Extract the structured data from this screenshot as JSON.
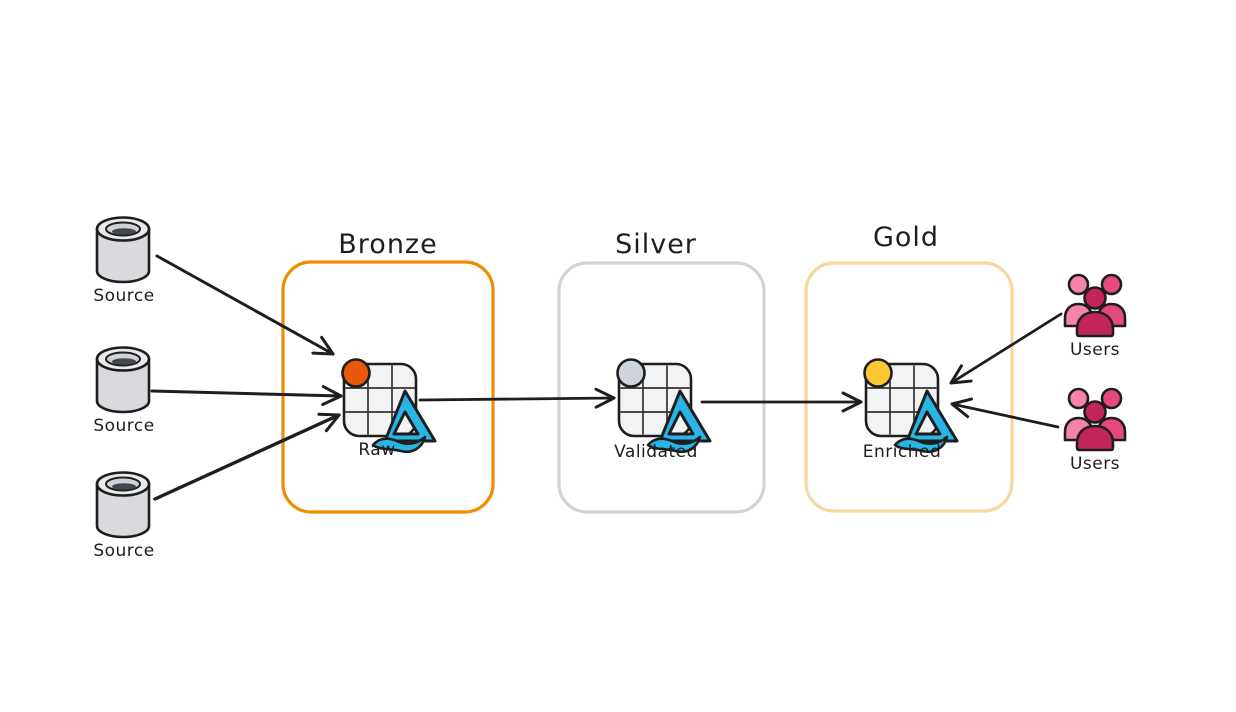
{
  "diagram": {
    "type": "medallion-architecture",
    "sources": [
      {
        "label": "Source"
      },
      {
        "label": "Source"
      },
      {
        "label": "Source"
      }
    ],
    "layers": [
      {
        "title": "Bronze",
        "table_label": "Raw"
      },
      {
        "title": "Silver",
        "table_label": "Validated"
      },
      {
        "title": "Gold",
        "table_label": "Enriched"
      }
    ],
    "consumers": [
      {
        "label": "Users"
      },
      {
        "label": "Users"
      }
    ]
  },
  "icons": {
    "source": "database-cylinder-icon",
    "table": "delta-table-icon",
    "table_logo": "delta-lake-logo-icon",
    "consumer": "users-group-icon",
    "connector": "arrow-line"
  },
  "colors": {
    "background": "#ffffff",
    "ink": "#1e1e1e",
    "bronze_border": "#f08c00",
    "silver_border": "#ced4da",
    "gold_border": "#f9d69f",
    "raw_badge": "#e8590c",
    "validated_badge": "#ced4da",
    "enriched_badge": "#fcc831",
    "table_fill": "#f1f3f5",
    "cylinder_fill": "#d8dade",
    "cylinder_top": "#e9eaec",
    "cylinder_inner": "#cfd2d6",
    "cylinder_shadow": "#44474c",
    "logo_cyan": "#29b5e5",
    "users_light": "#f783ac",
    "users_mid": "#e64980",
    "users_dark": "#c2255c"
  }
}
